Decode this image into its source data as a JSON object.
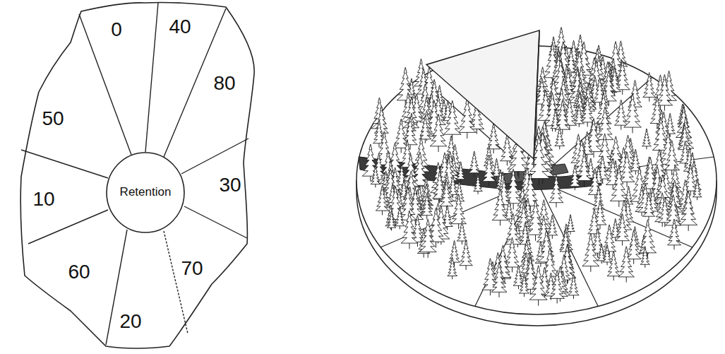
{
  "diagram": {
    "nodes": [
      {
        "text": [
          "0"
        ]
      },
      {
        "text": [
          "40"
        ]
      },
      {
        "text": [
          "80"
        ]
      },
      {
        "text": [
          "30"
        ]
      },
      {
        "text": [
          "70"
        ]
      },
      {
        "text": [
          "20"
        ]
      },
      {
        "text": [
          "60"
        ]
      },
      {
        "text": [
          "10"
        ]
      },
      {
        "text": [
          "50"
        ]
      },
      {
        "text": [
          "Retention"
        ]
      }
    ]
  }
}
